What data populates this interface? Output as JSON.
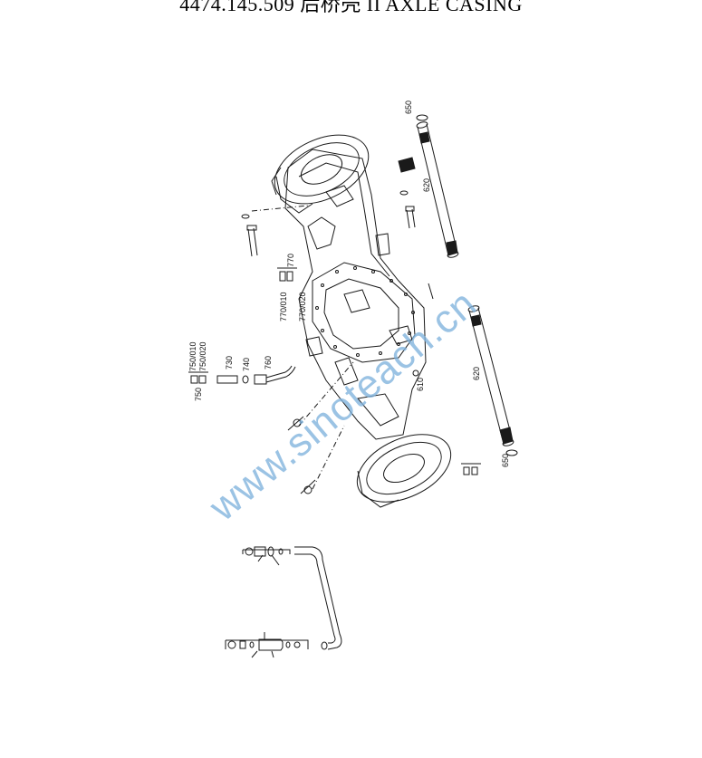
{
  "title": "4474.145.509  后桥壳 II   AXLE CASING",
  "watermark": "www.sinoteach.cn",
  "callouts": [
    "650",
    "620",
    "770",
    "770/010",
    "770/020",
    "750/010",
    "750/020",
    "750",
    "730",
    "740",
    "760",
    "610",
    "620",
    "650"
  ],
  "colors": {
    "line": "#1a1a1a",
    "watermark": "#7fb2dd"
  }
}
